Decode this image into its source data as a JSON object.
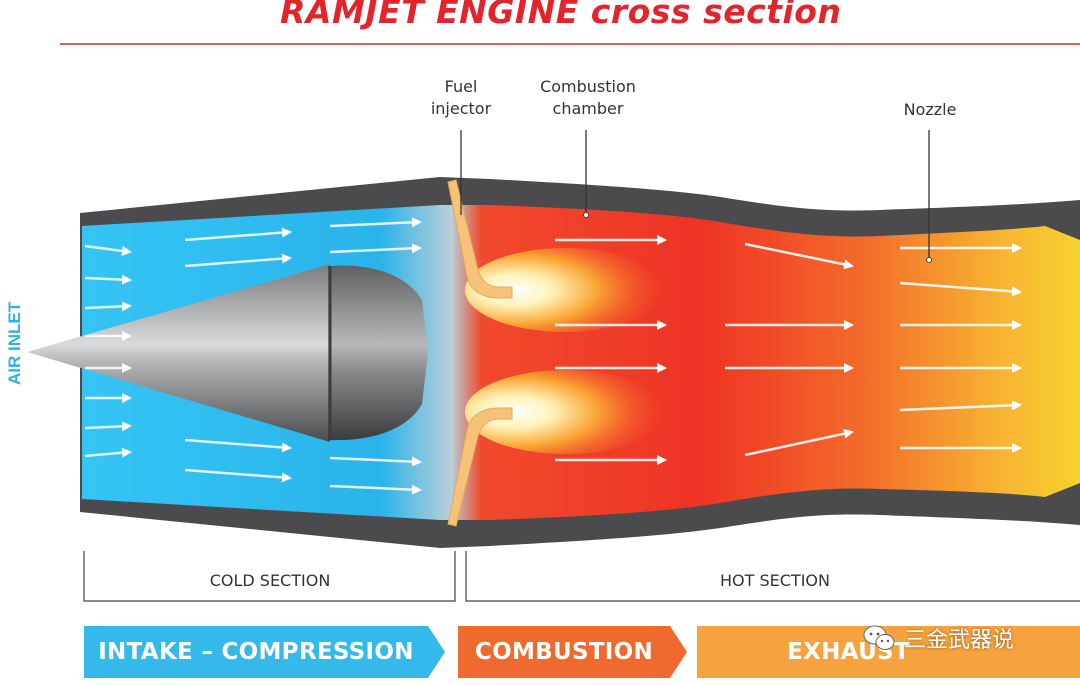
{
  "title": "RAMJET ENGINE cross section",
  "side_label": "AIR INLET",
  "callouts": {
    "fuel_injector": [
      "Fuel",
      "injector"
    ],
    "combustion_chamber": [
      "Combustion",
      "chamber"
    ],
    "nozzle": "Nozzle"
  },
  "sections": {
    "cold": "COLD SECTION",
    "hot": "HOT SECTION"
  },
  "stages": {
    "intake": "INTAKE – COMPRESSION",
    "combustion": "COMBUSTION",
    "exhaust": "EXHAUST"
  },
  "watermark": "三金武器说",
  "colors": {
    "title": "#e3252b",
    "cold_flow": "#2db8ee",
    "hot_flow": "#ee3324",
    "exhaust_flow": "#f6c232",
    "stage_intake": "#34b9ea",
    "stage_combustion": "#ee6a2e",
    "stage_exhaust": "#f6a23e"
  }
}
